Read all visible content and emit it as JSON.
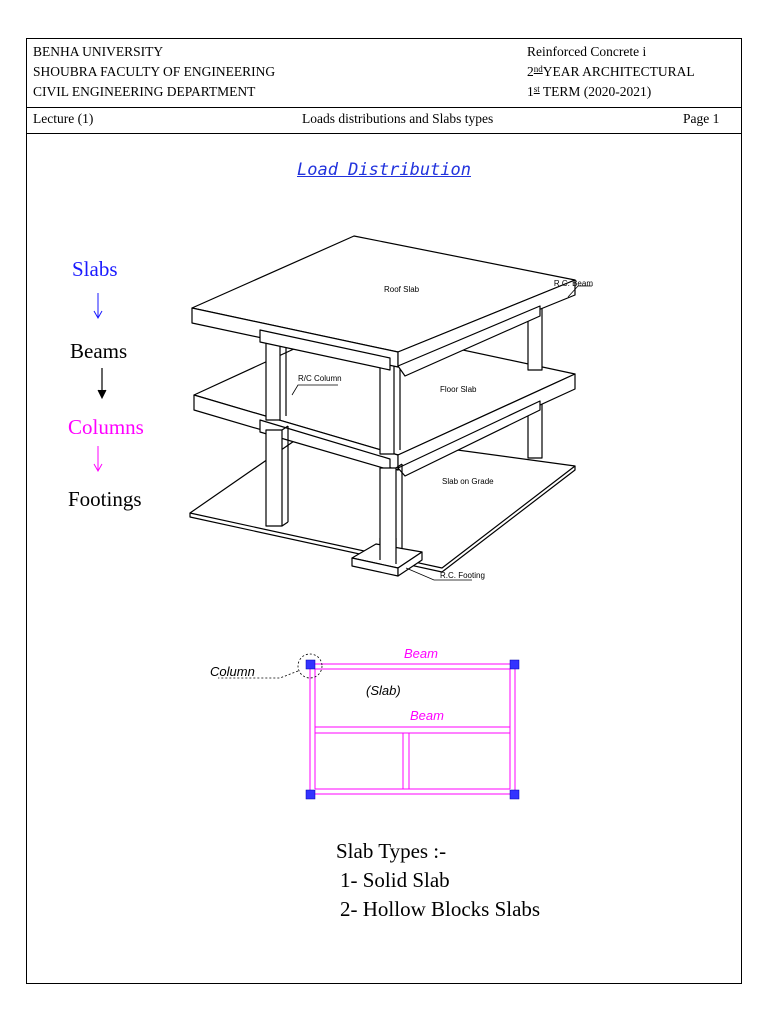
{
  "header": {
    "university": "BENHA UNIVERSITY",
    "faculty": "SHOUBRA FACULTY OF ENGINEERING",
    "department": "CIVIL ENGINEERING DEPARTMENT",
    "course": "Reinforced Concrete i",
    "year_num": "2",
    "year_sup": "nd",
    "year_rest": "YEAR ARCHITECTURAL",
    "term_num": "1",
    "term_sup": "st",
    "term_rest": " TERM (2020-2021)",
    "lecture": "Lecture  (1)",
    "topic": "Loads distributions and Slabs types",
    "page": "Page 1"
  },
  "title": "Load Distribution",
  "flow": {
    "slabs": "Slabs",
    "beams": "Beams",
    "columns": "Columns",
    "footings": "Footings"
  },
  "building_labels": {
    "roof_slab": "Roof Slab",
    "rc_beam": "R.C. Beam",
    "rc_column": "R/C Column",
    "floor_slab": "Floor Slab",
    "slab_on_grade": "Slab on Grade",
    "rc_footing": "R.C. Footing"
  },
  "plan_labels": {
    "column": "Column",
    "beam_top": "Beam",
    "slab": "(Slab)",
    "beam_mid": "Beam"
  },
  "slab_types": {
    "heading": "Slab Types :-",
    "item1": "1- Solid Slab",
    "item2": "2- Hollow Blocks Slabs"
  },
  "colors": {
    "slabs": "#1a1aff",
    "columns": "#ff00ff",
    "title": "#2233dd",
    "plan": "#ff00ff",
    "column_fill": "#3333ff"
  }
}
